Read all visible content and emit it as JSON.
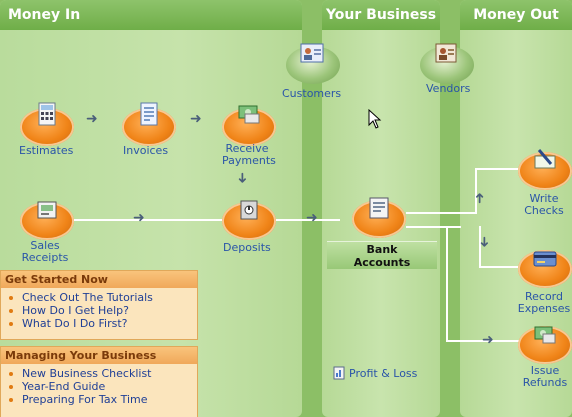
{
  "columns": {
    "money_in": "Money In",
    "your_business": "Your Business",
    "money_out": "Money Out"
  },
  "nodes": {
    "customers": "Customers",
    "vendors": "Vendors",
    "estimates": "Estimates",
    "invoices": "Invoices",
    "receive_payments_1": "Receive",
    "receive_payments_2": "Payments",
    "sales_receipts_1": "Sales",
    "sales_receipts_2": "Receipts",
    "deposits": "Deposits",
    "bank_accounts_1": "Bank",
    "bank_accounts_2": "Accounts",
    "write_checks_1": "Write",
    "write_checks_2": "Checks",
    "record_expenses_1": "Record",
    "record_expenses_2": "Expenses",
    "issue_refunds_1": "Issue",
    "issue_refunds_2": "Refunds",
    "profit_loss": "Profit & Loss"
  },
  "panels": {
    "get_started": {
      "title": "Get Started Now",
      "items": [
        "Check Out The Tutorials",
        "How Do I Get Help?",
        "What Do I Do First?"
      ]
    },
    "managing": {
      "title": "Managing Your Business",
      "items": [
        "New Business Checklist",
        "Year-End Guide",
        "Preparing For Tax Time"
      ]
    }
  },
  "colors": {
    "accent_orange": "#f08418",
    "label_blue": "#2a55a8",
    "header_green": "#6fae48"
  }
}
